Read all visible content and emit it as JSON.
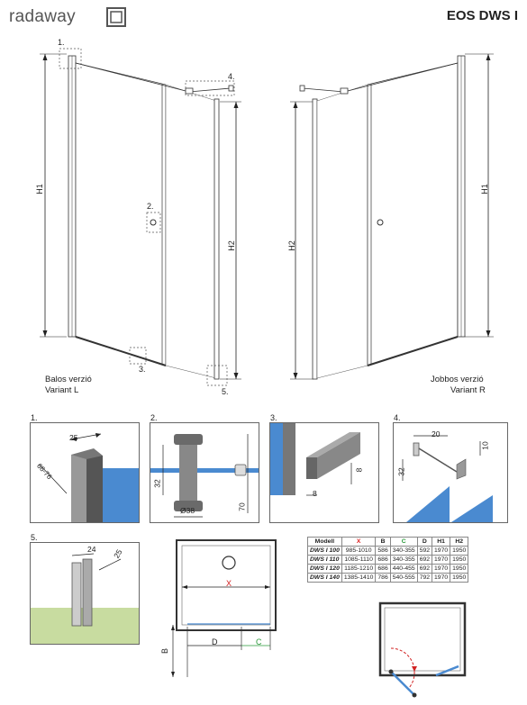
{
  "header": {
    "brand": "radaway",
    "title": "EOS DWS I"
  },
  "elevations": {
    "left_caption_line1": "Balos verzió",
    "left_caption_line2": "Variant L",
    "right_caption_line1": "Jobbos verzió",
    "right_caption_line2": "Variant R",
    "h1": "H1",
    "h2": "H2",
    "callouts": [
      "1.",
      "2.",
      "3.",
      "4.",
      "5."
    ]
  },
  "details": {
    "d1": {
      "label": "1.",
      "dim_a": "25",
      "dim_b": "66-76"
    },
    "d2": {
      "label": "2.",
      "dim_a": "32",
      "dim_b": "Ø38",
      "dim_c": "70"
    },
    "d3": {
      "label": "3.",
      "dim_a": "8",
      "dim_b": "8"
    },
    "d4": {
      "label": "4.",
      "dim_a": "20",
      "dim_b": "10",
      "dim_c": "32"
    },
    "d5": {
      "label": "5.",
      "dim_a": "24",
      "dim_b": "25"
    }
  },
  "plan": {
    "x": "X",
    "b": "B",
    "d": "D",
    "c": "C"
  },
  "spec_table": {
    "headers": [
      "Modell",
      "X",
      "B",
      "C",
      "D",
      "H1",
      "H2"
    ],
    "rows": [
      [
        "DWS I 100",
        "985-1010",
        "586",
        "340-355",
        "592",
        "1970",
        "1950"
      ],
      [
        "DWS I 110",
        "1085-1110",
        "686",
        "340-355",
        "692",
        "1970",
        "1950"
      ],
      [
        "DWS I 120",
        "1185-1210",
        "686",
        "440-455",
        "692",
        "1970",
        "1950"
      ],
      [
        "DWS I 140",
        "1385-1410",
        "786",
        "540-555",
        "792",
        "1970",
        "1950"
      ]
    ]
  },
  "colors": {
    "dim_x": "#d22222",
    "dim_c": "#2a9a3a",
    "glass": "#3a78c8",
    "swing_arc": "#d22222",
    "floor": "#c8dca0"
  }
}
